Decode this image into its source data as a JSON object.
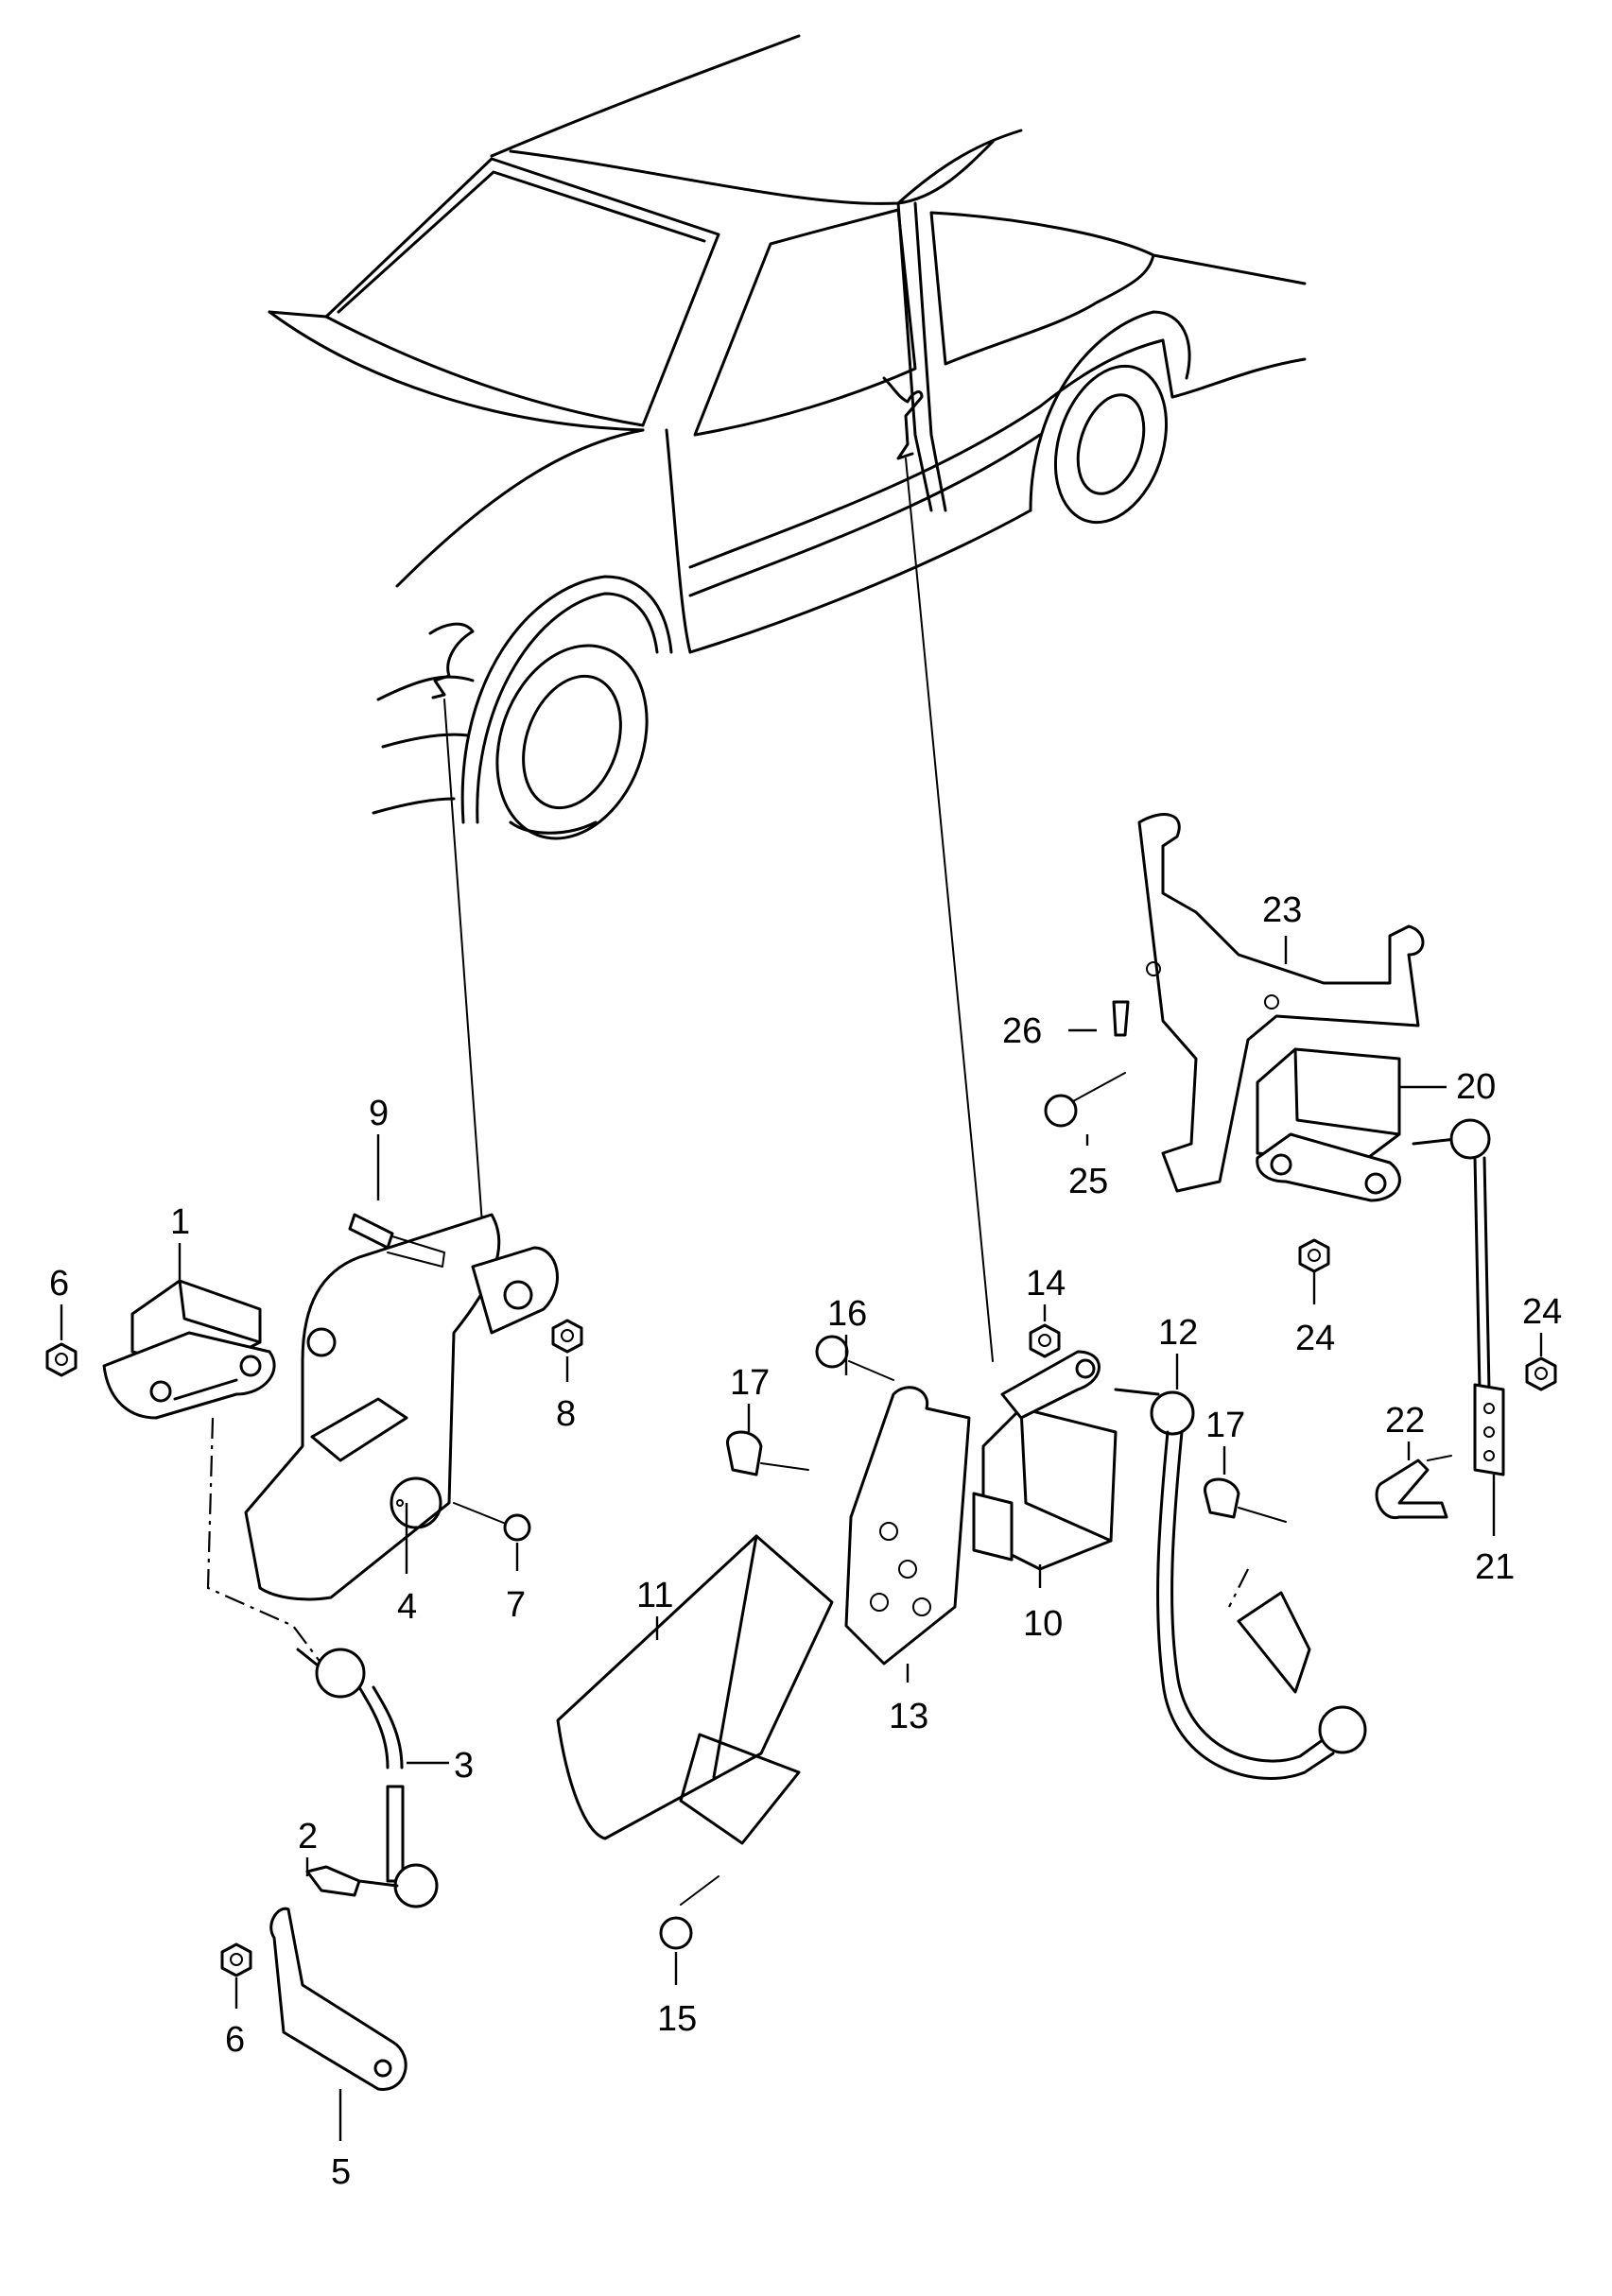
{
  "callouts": {
    "p1": "1",
    "p2": "2",
    "p3": "3",
    "p4": "4",
    "p5": "5",
    "p6a": "6",
    "p6b": "6",
    "p7": "7",
    "p8": "8",
    "p9": "9",
    "p10": "10",
    "p11": "11",
    "p12": "12",
    "p13": "13",
    "p14": "14",
    "p15": "15",
    "p16": "16",
    "p17a": "17",
    "p17b": "17",
    "p20": "20",
    "p21": "21",
    "p22": "22",
    "p23": "23",
    "p24a": "24",
    "p24b": "24",
    "p25": "25",
    "p26": "26"
  }
}
